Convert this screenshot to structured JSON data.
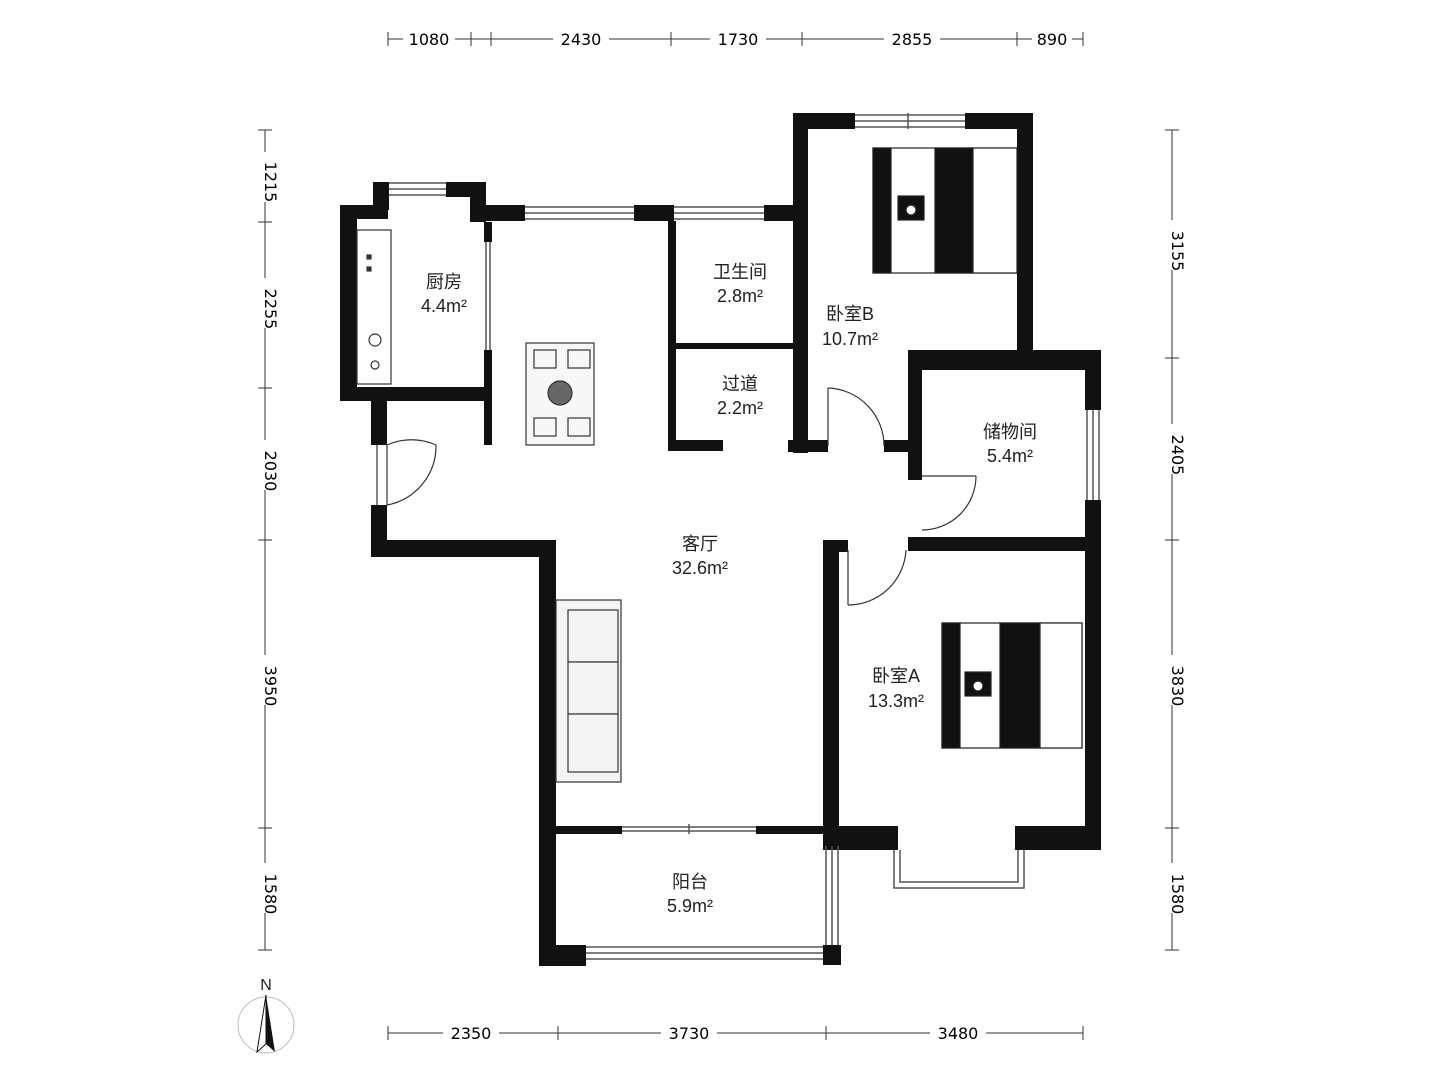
{
  "colors": {
    "wall": "#111111",
    "window": "#555555",
    "line": "#333333",
    "background": "#ffffff"
  },
  "compass": {
    "north_label": "N",
    "icon": "north-arrow-icon"
  },
  "rooms": {
    "kitchen": {
      "name": "厨房",
      "area": "4.4m²"
    },
    "bathroom": {
      "name": "卫生间",
      "area": "2.8m²"
    },
    "bedroom_b": {
      "name": "卧室B",
      "area": "10.7m²"
    },
    "hallway": {
      "name": "过道",
      "area": "2.2m²"
    },
    "storage": {
      "name": "储物间",
      "area": "5.4m²"
    },
    "living": {
      "name": "客厅",
      "area": "32.6m²"
    },
    "bedroom_a": {
      "name": "卧室A",
      "area": "13.3m²"
    },
    "balcony": {
      "name": "阳台",
      "area": "5.9m²"
    }
  },
  "dimensions": {
    "top": [
      "1080",
      "2430",
      "1730",
      "2855",
      "890"
    ],
    "left": [
      "1215",
      "2255",
      "2030",
      "3950",
      "1580"
    ],
    "right": [
      "3155",
      "2405",
      "3830",
      "1580"
    ],
    "bottom": [
      "2350",
      "3730",
      "3480"
    ]
  }
}
